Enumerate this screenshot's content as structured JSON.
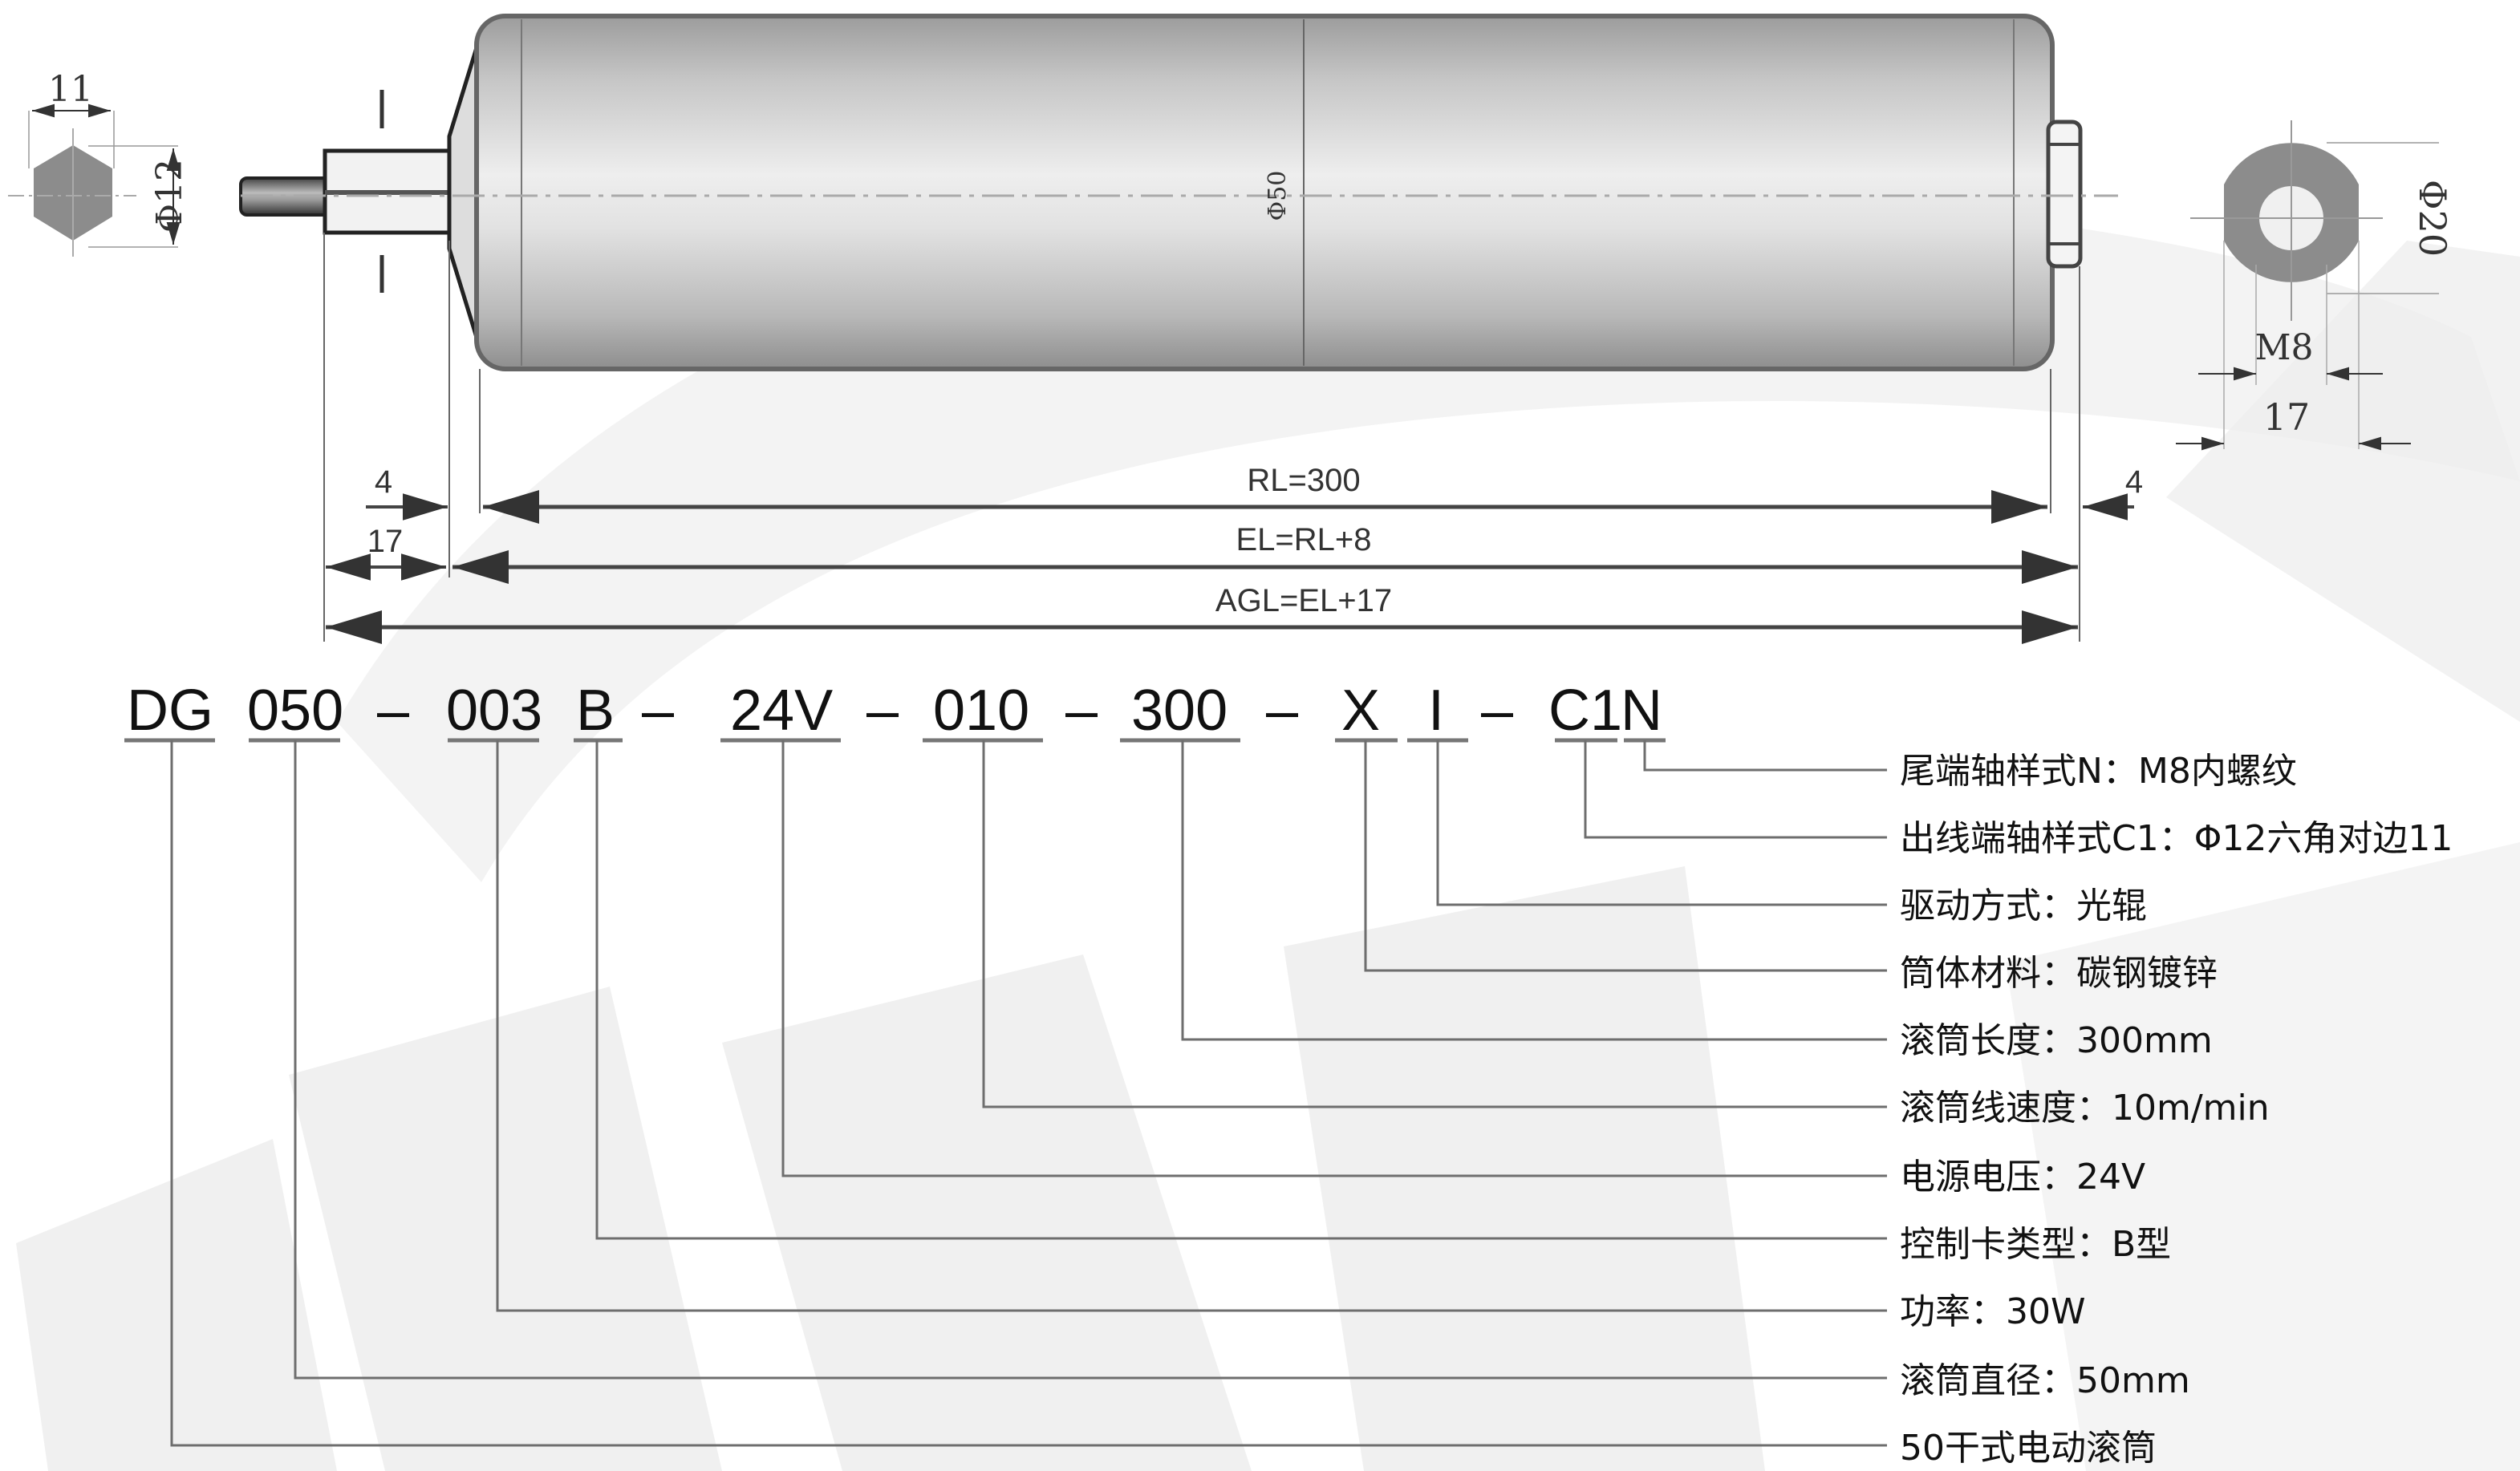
{
  "drawing": {
    "title": "50干式电动滚筒",
    "roller_diameter_label": "Φ50",
    "left_shaft": {
      "hex_across_flats": "11",
      "hex_diameter": "Φ12"
    },
    "right_shaft": {
      "outer_diameter": "Φ20",
      "thread": "M8",
      "width": "17"
    },
    "dimensions": {
      "left_gap": "4",
      "left_shaft_len": "17",
      "right_gap": "4",
      "rl": "RL=300",
      "el": "EL=RL+8",
      "agl": "AGL=EL+17"
    }
  },
  "model_code": {
    "segments": [
      {
        "text": "DG"
      },
      {
        "text": "050"
      },
      {
        "text": "–"
      },
      {
        "text": "003"
      },
      {
        "text": "B"
      },
      {
        "text": "–"
      },
      {
        "text": "24V"
      },
      {
        "text": "–"
      },
      {
        "text": "010"
      },
      {
        "text": "–"
      },
      {
        "text": "300"
      },
      {
        "text": "–"
      },
      {
        "text": "X"
      },
      {
        "text": "I"
      },
      {
        "text": "–"
      },
      {
        "text": "C1"
      },
      {
        "text": "N"
      }
    ]
  },
  "legend": [
    {
      "code": "N",
      "label": "尾端轴样式N：M8内螺纹"
    },
    {
      "code": "C1",
      "label": "出线端轴样式C1：Φ12六角对边11"
    },
    {
      "code": "I",
      "label": "驱动方式：光辊"
    },
    {
      "code": "X",
      "label": "筒体材料：碳钢镀锌"
    },
    {
      "code": "300",
      "label": "滚筒长度：300mm"
    },
    {
      "code": "010",
      "label": "滚筒线速度：10m/min"
    },
    {
      "code": "24V",
      "label": "电源电压：24V"
    },
    {
      "code": "B",
      "label": "控制卡类型：B型"
    },
    {
      "code": "003",
      "label": "功率：30W"
    },
    {
      "code": "050",
      "label": "滚筒直径：50mm"
    },
    {
      "code": "DG",
      "label": "50干式电动滚筒"
    }
  ],
  "colors": {
    "line": "#555555",
    "leader": "#6e6e6e",
    "roller_dark": "#9a9a9a",
    "roller_light": "#e9e9e9",
    "part_fill": "#8a8a8a",
    "watermark": "#ececec"
  }
}
